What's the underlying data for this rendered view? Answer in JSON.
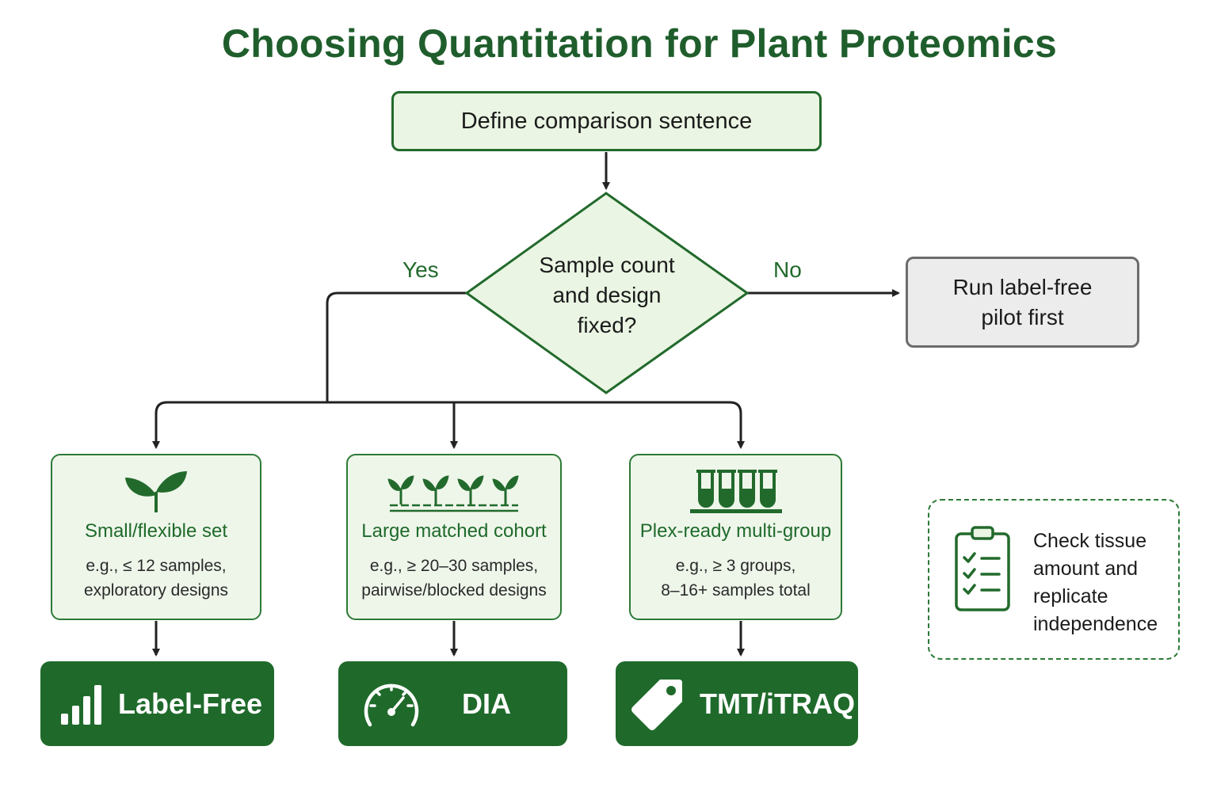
{
  "title": "Choosing Quantitation for Plant Proteomics",
  "start": {
    "label": "Define comparison sentence"
  },
  "decision": {
    "lines": [
      "Sample count",
      "and design",
      "fixed?"
    ]
  },
  "branches": {
    "yes": "Yes",
    "no": "No"
  },
  "pilot": {
    "lines": [
      "Run label-free",
      "pilot first"
    ]
  },
  "options": [
    {
      "icon": "seedling-icon",
      "title": "Small/flexible set",
      "desc": [
        "e.g., ≤ 12 samples,",
        "exploratory designs"
      ]
    },
    {
      "icon": "seedling-row-icon",
      "title": "Large matched cohort",
      "desc": [
        "e.g., ≥ 20–30 samples,",
        "pairwise/blocked designs"
      ]
    },
    {
      "icon": "test-tubes-icon",
      "title": "Plex-ready multi-group",
      "desc": [
        "e.g., ≥ 3 groups,",
        "8–16+ samples total"
      ]
    }
  ],
  "methods": [
    {
      "icon": "bar-signal-icon",
      "label": "Label-Free"
    },
    {
      "icon": "speedometer-icon",
      "label": "DIA"
    },
    {
      "icon": "tag-icon",
      "label": "TMT/iTRAQ"
    }
  ],
  "note": {
    "icon": "clipboard-checklist-icon",
    "lines": [
      "Check tissue",
      "amount and",
      "replicate",
      "independence"
    ]
  },
  "colors": {
    "primary": "#1f6a2b",
    "light_fill": "#eaf5e3",
    "gray_fill": "#ececec",
    "line": "#222222"
  }
}
